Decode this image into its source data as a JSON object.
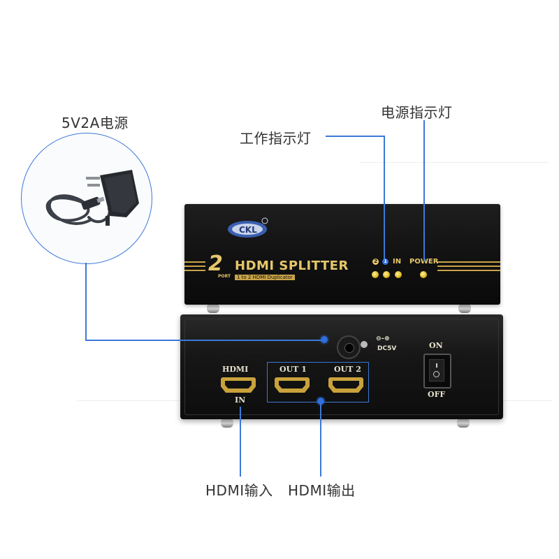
{
  "callouts": {
    "power_adapter": "5V2A电源",
    "power_indicator": "电源指示灯",
    "work_indicator": "工作指示灯",
    "hdmi_in": "HDMI输入",
    "hdmi_out": "HDMI输出"
  },
  "front_panel": {
    "brand": "CKL",
    "port_count": "2",
    "port_word": "PORT",
    "product_name": "HDMI SPLITTER",
    "subtitle": "1 to 2 HDMI Duplicator",
    "led_labels": [
      "2",
      "1",
      "IN",
      "POWER"
    ]
  },
  "back_panel": {
    "hdmi_in_label": "HDMI",
    "hdmi_in_sub": "IN",
    "out1_label": "OUT 1",
    "out2_label": "OUT 2",
    "dc_label": "DC5V",
    "switch_on": "ON",
    "switch_off": "OFF"
  },
  "colors": {
    "callout_line": "#3b78d8",
    "gold": "#c9a448",
    "device_body": "#111111"
  }
}
